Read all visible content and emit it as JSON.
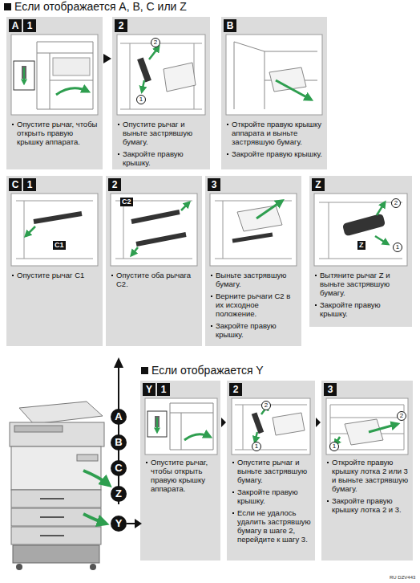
{
  "diagram": {
    "title": "Если отображается A, B, C или Z",
    "nodes": [
      {
        "text": [
          "Опустите рычаг, чтобы открыть правую крышку аппарата."
        ]
      },
      {
        "text": [
          "A"
        ],
        "in": 0
      },
      {
        "text": [
          "1"
        ],
        "in": 0
      },
      {
        "text": [
          "Опустите рычаг и выньте застрявшую бумагу.",
          "Закройте правую крышку."
        ]
      },
      {
        "text": [
          "2"
        ],
        "in": 3
      },
      {
        "text": [
          "Откройте правую крышку аппарата и выньте застрявшую бумагу.",
          "Закройте правую крышку."
        ]
      },
      {
        "text": [
          "B"
        ],
        "in": 5
      },
      {
        "text": [
          "Опустите рычаг C1"
        ]
      },
      {
        "text": [
          "C"
        ],
        "in": 7
      },
      {
        "text": [
          "1"
        ],
        "in": 7
      },
      {
        "text": [
          "Опустите оба рычага C2."
        ]
      },
      {
        "text": [
          "2"
        ],
        "in": 10
      },
      {
        "text": [
          "Выньте застрявшую бумагу.",
          "Верните рычаги C2 в их исходное положение.",
          "Закройте правую крышку."
        ]
      },
      {
        "text": [
          "3"
        ],
        "in": 12
      },
      {
        "text": [
          "Вытяните рычаг Z и выньте застрявшую бумагу.",
          "Закройте правую крышку."
        ]
      },
      {
        "text": [
          "Z"
        ],
        "in": 14
      },
      {
        "text": [
          "A"
        ]
      },
      {
        "text": [
          "B"
        ]
      },
      {
        "text": [
          "C"
        ]
      },
      {
        "text": [
          "Z"
        ]
      },
      {
        "text": [
          "Y"
        ]
      },
      {
        "text": [
          "Опустите рычаг, чтобы открыть правую крышку аппарата."
        ]
      },
      {
        "text": [
          "Y"
        ],
        "in": 21
      },
      {
        "text": [
          "1"
        ],
        "in": 21
      },
      {
        "text": [
          "Опустите рычаг и выньте застрявшую бумагу.",
          "Закройте правую крышку.",
          "Если не удалось удалить застрявшую бумагу в шаге 2, перейдите к шагу 3."
        ]
      },
      {
        "text": [
          "2"
        ],
        "in": 24
      },
      {
        "text": [
          "Откройте правую крышку лотка 2 или 3 и выньте застрявшую бумагу.",
          "Закройте правую крышку лотка 2 и 3."
        ]
      },
      {
        "text": [
          "3"
        ],
        "in": 26
      }
    ],
    "edges": [
      {
        "from": 0,
        "to": 3,
        "arrow": "to"
      },
      {
        "from": 21,
        "to": 24,
        "arrow": "to"
      },
      {
        "from": 24,
        "to": 26,
        "arrow": "to"
      }
    ],
    "labels": [
      "2",
      "1",
      "C1",
      "C2",
      "2",
      "Z",
      "1",
      "Если отображается Y",
      "2",
      "1",
      "1",
      "2",
      "RU DZV443"
    ]
  }
}
